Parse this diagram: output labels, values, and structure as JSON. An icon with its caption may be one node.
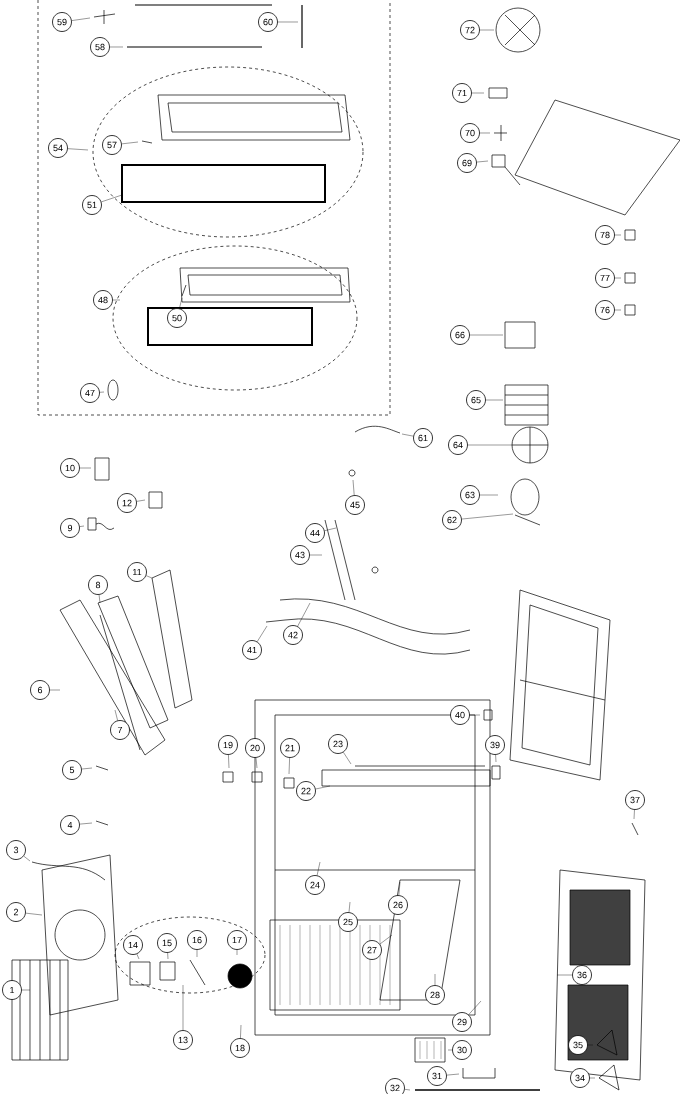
{
  "diagram": {
    "nodes": [
      {
        "text": [
          "59"
        ]
      },
      {
        "text": [
          "58"
        ]
      },
      {
        "text": [
          "60"
        ]
      },
      {
        "text": [
          "72"
        ]
      },
      {
        "text": [
          "71"
        ]
      },
      {
        "text": [
          "70"
        ]
      },
      {
        "text": [
          "69"
        ]
      },
      {
        "text": [
          "54"
        ]
      },
      {
        "text": [
          "57"
        ]
      },
      {
        "text": [
          "51"
        ]
      },
      {
        "text": [
          "78"
        ]
      },
      {
        "text": [
          "77"
        ]
      },
      {
        "text": [
          "76"
        ]
      },
      {
        "text": [
          "48"
        ]
      },
      {
        "text": [
          "50"
        ]
      },
      {
        "text": [
          "66"
        ]
      },
      {
        "text": [
          "47"
        ]
      },
      {
        "text": [
          "65"
        ]
      },
      {
        "text": [
          "61"
        ]
      },
      {
        "text": [
          "64"
        ]
      },
      {
        "text": [
          "10"
        ]
      },
      {
        "text": [
          "12"
        ]
      },
      {
        "text": [
          "45"
        ]
      },
      {
        "text": [
          "63"
        ]
      },
      {
        "text": [
          "62"
        ]
      },
      {
        "text": [
          "9"
        ]
      },
      {
        "text": [
          "44"
        ]
      },
      {
        "text": [
          "43"
        ]
      },
      {
        "text": [
          "11"
        ]
      },
      {
        "text": [
          "8"
        ]
      },
      {
        "text": [
          "42"
        ]
      },
      {
        "text": [
          "41"
        ]
      },
      {
        "text": [
          "6"
        ]
      },
      {
        "text": [
          "40"
        ]
      },
      {
        "text": [
          "19"
        ]
      },
      {
        "text": [
          "20"
        ]
      },
      {
        "text": [
          "21"
        ]
      },
      {
        "text": [
          "23"
        ]
      },
      {
        "text": [
          "22"
        ]
      },
      {
        "text": [
          "39"
        ]
      },
      {
        "text": [
          "7"
        ]
      },
      {
        "text": [
          "5"
        ]
      },
      {
        "text": [
          "37"
        ]
      },
      {
        "text": [
          "4"
        ]
      },
      {
        "text": [
          "3"
        ]
      },
      {
        "text": [
          "24"
        ]
      },
      {
        "text": [
          "26"
        ]
      },
      {
        "text": [
          "25"
        ]
      },
      {
        "text": [
          "2"
        ]
      },
      {
        "text": [
          "27"
        ]
      },
      {
        "text": [
          "36"
        ]
      },
      {
        "text": [
          "14"
        ]
      },
      {
        "text": [
          "15"
        ]
      },
      {
        "text": [
          "16"
        ]
      },
      {
        "text": [
          "17"
        ]
      },
      {
        "text": [
          "28"
        ]
      },
      {
        "text": [
          "29"
        ]
      },
      {
        "text": [
          "1"
        ]
      },
      {
        "text": [
          "13"
        ]
      },
      {
        "text": [
          "18"
        ]
      },
      {
        "text": [
          "30"
        ]
      },
      {
        "text": [
          "35"
        ]
      },
      {
        "text": [
          "31"
        ]
      },
      {
        "text": [
          "34"
        ]
      },
      {
        "text": [
          "32"
        ]
      }
    ],
    "edges": [
      {
        "from": 0,
        "to": null,
        "arrow": "none"
      },
      {
        "from": 1,
        "to": null,
        "arrow": "none"
      },
      {
        "from": 2,
        "to": null,
        "arrow": "none"
      },
      {
        "from": 3,
        "to": null,
        "arrow": "none"
      },
      {
        "from": 4,
        "to": null,
        "arrow": "none"
      },
      {
        "from": 5,
        "to": null,
        "arrow": "none"
      },
      {
        "from": 6,
        "to": null,
        "arrow": "none"
      },
      {
        "from": 7,
        "to": null,
        "arrow": "none"
      },
      {
        "from": 8,
        "to": null,
        "arrow": "none"
      },
      {
        "from": 9,
        "to": null,
        "arrow": "none"
      },
      {
        "from": 10,
        "to": null,
        "arrow": "none"
      },
      {
        "from": 11,
        "to": null,
        "arrow": "none"
      },
      {
        "from": 12,
        "to": null,
        "arrow": "none"
      },
      {
        "from": 13,
        "to": null,
        "arrow": "none"
      },
      {
        "from": 14,
        "to": null,
        "arrow": "none"
      },
      {
        "from": 15,
        "to": null,
        "arrow": "none"
      },
      {
        "from": 16,
        "to": null,
        "arrow": "none"
      },
      {
        "from": 17,
        "to": null,
        "arrow": "none"
      },
      {
        "from": 18,
        "to": null,
        "arrow": "none"
      },
      {
        "from": 19,
        "to": null,
        "arrow": "none"
      },
      {
        "from": 20,
        "to": null,
        "arrow": "none"
      },
      {
        "from": 21,
        "to": null,
        "arrow": "none"
      },
      {
        "from": 22,
        "to": null,
        "arrow": "none"
      },
      {
        "from": 23,
        "to": null,
        "arrow": "none"
      },
      {
        "from": 24,
        "to": null,
        "arrow": "none"
      },
      {
        "from": 25,
        "to": null,
        "arrow": "none"
      },
      {
        "from": 26,
        "to": null,
        "arrow": "none"
      },
      {
        "from": 27,
        "to": null,
        "arrow": "none"
      },
      {
        "from": 28,
        "to": null,
        "arrow": "none"
      },
      {
        "from": 29,
        "to": null,
        "arrow": "none"
      },
      {
        "from": 30,
        "to": null,
        "arrow": "none"
      },
      {
        "from": 31,
        "to": null,
        "arrow": "none"
      },
      {
        "from": 32,
        "to": null,
        "arrow": "none"
      },
      {
        "from": 33,
        "to": null,
        "arrow": "none"
      },
      {
        "from": 34,
        "to": null,
        "arrow": "none"
      },
      {
        "from": 35,
        "to": null,
        "arrow": "none"
      },
      {
        "from": 36,
        "to": null,
        "arrow": "none"
      },
      {
        "from": 37,
        "to": null,
        "arrow": "none"
      },
      {
        "from": 38,
        "to": null,
        "arrow": "none"
      },
      {
        "from": 39,
        "to": null,
        "arrow": "none"
      },
      {
        "from": 40,
        "to": null,
        "arrow": "none"
      },
      {
        "from": 41,
        "to": null,
        "arrow": "none"
      },
      {
        "from": 42,
        "to": null,
        "arrow": "none"
      },
      {
        "from": 43,
        "to": null,
        "arrow": "none"
      },
      {
        "from": 44,
        "to": null,
        "arrow": "none"
      },
      {
        "from": 45,
        "to": null,
        "arrow": "none"
      },
      {
        "from": 46,
        "to": null,
        "arrow": "none"
      },
      {
        "from": 47,
        "to": null,
        "arrow": "none"
      },
      {
        "from": 48,
        "to": null,
        "arrow": "none"
      },
      {
        "from": 49,
        "to": null,
        "arrow": "none"
      },
      {
        "from": 50,
        "to": null,
        "arrow": "none"
      },
      {
        "from": 51,
        "to": null,
        "arrow": "none"
      },
      {
        "from": 52,
        "to": null,
        "arrow": "none"
      },
      {
        "from": 53,
        "to": null,
        "arrow": "none"
      },
      {
        "from": 54,
        "to": null,
        "arrow": "none"
      },
      {
        "from": 55,
        "to": null,
        "arrow": "none"
      },
      {
        "from": 56,
        "to": null,
        "arrow": "none"
      },
      {
        "from": 57,
        "to": null,
        "arrow": "none"
      },
      {
        "from": 58,
        "to": null,
        "arrow": "none"
      },
      {
        "from": 59,
        "to": null,
        "arrow": "none"
      },
      {
        "from": 60,
        "to": null,
        "arrow": "none"
      },
      {
        "from": 61,
        "to": null,
        "arrow": "none"
      },
      {
        "from": 62,
        "to": null,
        "arrow": "none"
      },
      {
        "from": 63,
        "to": null,
        "arrow": "none"
      },
      {
        "from": 64,
        "to": null,
        "arrow": "none"
      }
    ]
  }
}
